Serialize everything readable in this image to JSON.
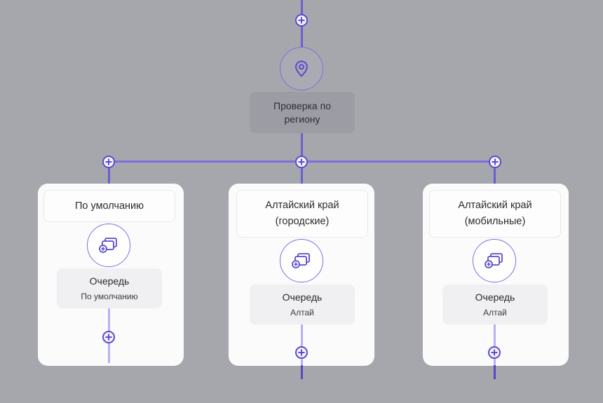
{
  "region_node": {
    "icon": "map-pin-icon",
    "label": "Проверка по региону"
  },
  "branches": [
    {
      "title": "По умолчанию",
      "icon": "queue-add-icon",
      "queue_label": "Очередь",
      "queue_value": "По умолчанию"
    },
    {
      "title": "Алтайский край (городские)",
      "icon": "queue-add-icon",
      "queue_label": "Очередь",
      "queue_value": "Алтай"
    },
    {
      "title": "Алтайский край (мобильные)",
      "icon": "queue-add-icon",
      "queue_label": "Очередь",
      "queue_value": "Алтай"
    }
  ],
  "colors": {
    "background": "#a6a7ad",
    "accent": "#5a4bd0",
    "card": "#fbfbfc"
  }
}
